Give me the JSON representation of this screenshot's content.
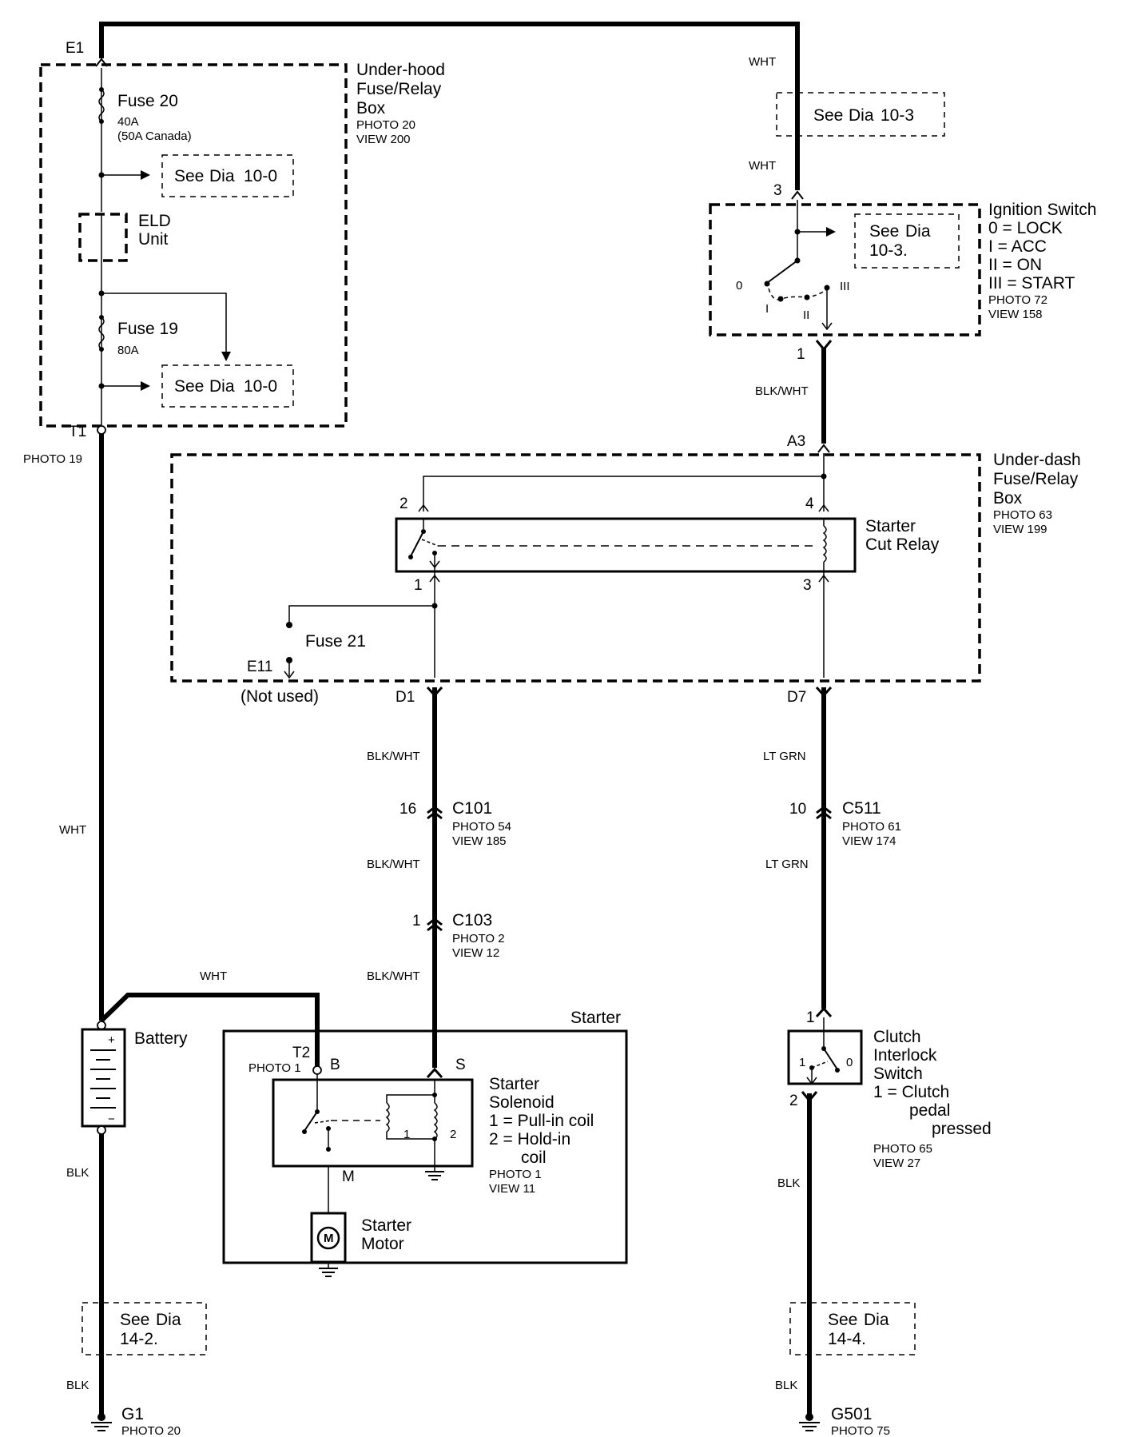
{
  "connectors": {
    "e1": "E1",
    "t1": "T1",
    "t1_photo": "PHOTO 19",
    "a3": "A3",
    "d1": "D1",
    "d7": "D7",
    "e11": "E11",
    "not_used": "(Not used)",
    "c101": "C101",
    "c101_pin": "16",
    "c101_photo": "PHOTO 54",
    "c101_view": "VIEW 185",
    "c103": "C103",
    "c103_pin": "1",
    "c103_photo": "PHOTO 2",
    "c103_view": "VIEW 12",
    "c511": "C511",
    "c511_pin": "10",
    "c511_photo": "PHOTO 61",
    "c511_view": "VIEW 174",
    "t2": "T2",
    "t2_photo": "PHOTO 1",
    "g1": "G1",
    "g1_photo": "PHOTO 20",
    "g501": "G501",
    "g501_photo": "PHOTO 75"
  },
  "wires": {
    "wht_top1": "WHT",
    "wht_top2": "WHT",
    "blk_wht_ign": "BLK/WHT",
    "wht_left": "WHT",
    "wht_battery": "WHT",
    "blk_wht_1": "BLK/WHT",
    "blk_wht_2": "BLK/WHT",
    "blk_wht_3": "BLK/WHT",
    "lt_grn_1": "LT GRN",
    "lt_grn_2": "LT GRN",
    "blk_batt": "BLK",
    "blk_g1": "BLK",
    "blk_clutch": "BLK",
    "blk_g501": "BLK"
  },
  "underhood": {
    "title1": "Under-hood",
    "title2": "Fuse/Relay",
    "title3": "Box",
    "photo": "PHOTO 20",
    "view": "VIEW 200",
    "fuse20": "Fuse 20",
    "fuse20_rating": "40A",
    "fuse20_canada": "(50A Canada)",
    "eld1": "ELD",
    "eld2": "Unit",
    "fuse19": "Fuse 19",
    "fuse19_rating": "80A"
  },
  "see_refs": {
    "top_see": "See",
    "top_dia": "Dia",
    "top_num": "10-3",
    "uh1_see": "See",
    "uh1_dia": "Dia",
    "uh1_num": "10-0",
    "uh2_see": "See",
    "uh2_dia": "Dia",
    "uh2_num": "10-0",
    "ign_see": "See",
    "ign_dia": "Dia",
    "ign_num": "10-3.",
    "g1_see": "See",
    "g1_dia": "Dia",
    "g1_num": "14-2.",
    "g501_see": "See",
    "g501_dia": "Dia",
    "g501_num": "14-4."
  },
  "ignition": {
    "title": "Ignition Switch",
    "l0": "0  = LOCK",
    "l1": "I    = ACC",
    "l2": "II  = ON",
    "l3": "III = START",
    "photo": "PHOTO 72",
    "view": "VIEW 158",
    "pin_top": "3",
    "pin_bottom": "1",
    "p0": "0",
    "p1": "I",
    "p2": "II",
    "p3": "III"
  },
  "underdash": {
    "title1": "Under-dash",
    "title2": "Fuse/Relay",
    "title3": "Box",
    "photo": "PHOTO 63",
    "view": "VIEW 199",
    "relay1": "Starter",
    "relay2": "Cut Relay",
    "pin2": "2",
    "pin4": "4",
    "pin1": "1",
    "pin3": "3",
    "fuse21": "Fuse 21"
  },
  "battery": {
    "label": "Battery"
  },
  "starter": {
    "title": "Starter",
    "pin_b": "B",
    "pin_s": "S",
    "pin_m": "M",
    "sol1": "Starter",
    "sol2": "Solenoid",
    "c1": "1 =  Pull-in coil",
    "c2": "2 =  Hold-in",
    "c3": "coil",
    "photo": "PHOTO 1",
    "view": "VIEW 11",
    "coil1": "1",
    "coil2": "2",
    "motor1": "Starter",
    "motor2": "Motor",
    "m": "M"
  },
  "clutch": {
    "pin1": "1",
    "pin2": "2",
    "t1": "Clutch",
    "t2": "Interlock",
    "t3": "Switch",
    "n1": "1 = Clutch",
    "n2": "pedal",
    "n3": "pressed",
    "photo": "PHOTO 65",
    "view": "VIEW 27",
    "p1": "1",
    "p0": "0"
  }
}
